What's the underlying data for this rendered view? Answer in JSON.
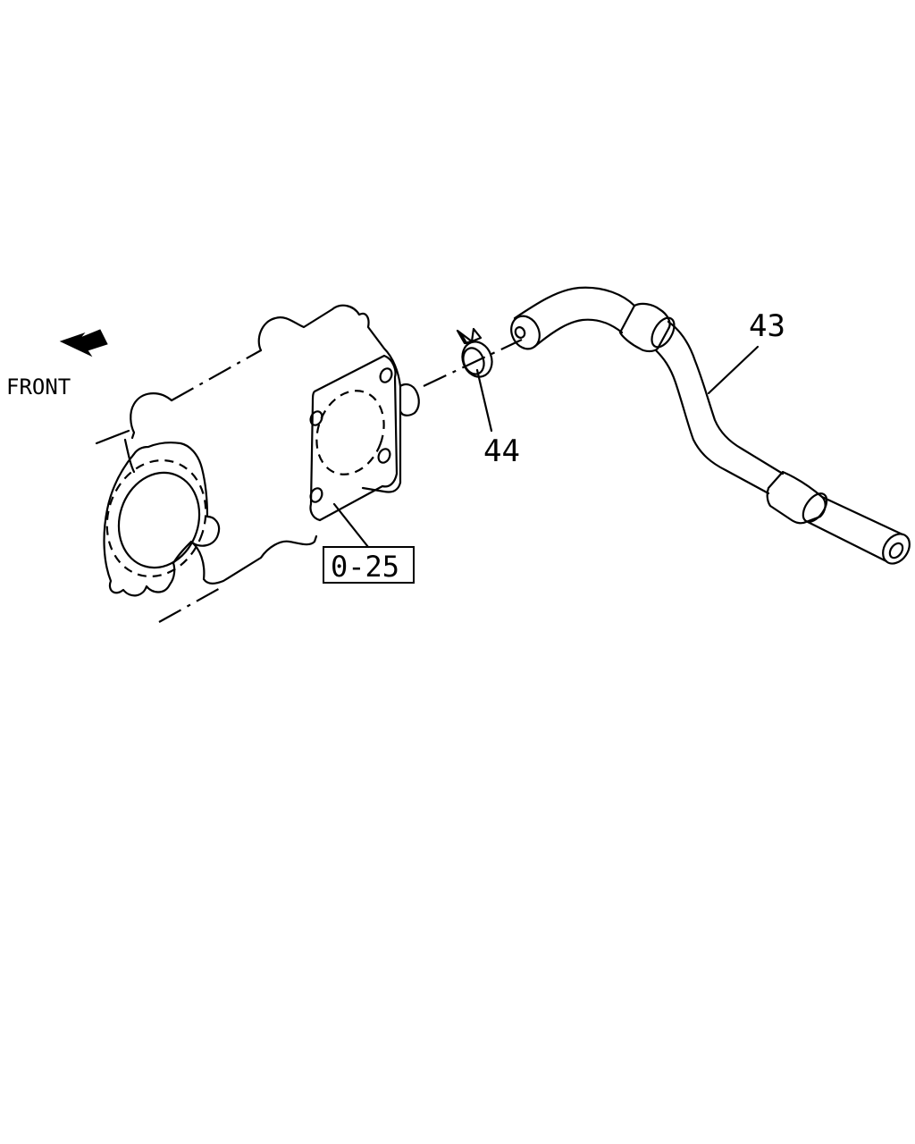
{
  "labels": {
    "front": "FRONT",
    "part_43": "43",
    "part_44": "44",
    "reference": "0-25"
  },
  "icons": {
    "front_arrow": "arrow-down-left-icon"
  },
  "colors": {
    "line": "#000000",
    "background": "#ffffff"
  }
}
